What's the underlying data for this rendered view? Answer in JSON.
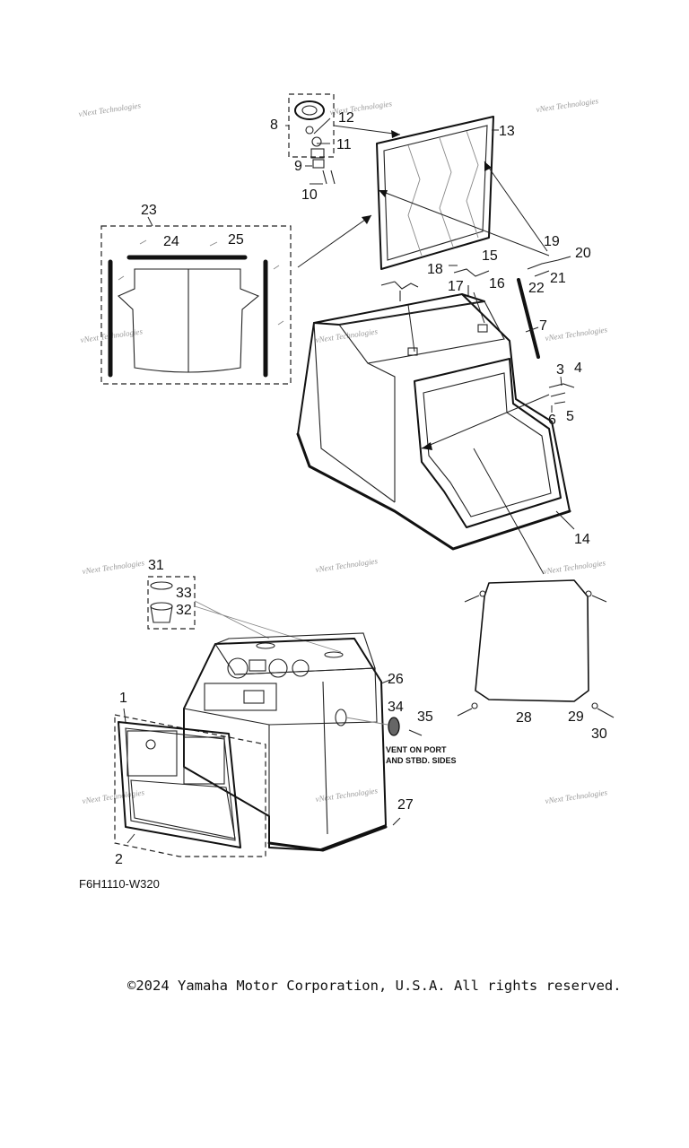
{
  "diagram": {
    "watermark_text": "vNext Technologies",
    "callouts": [
      "1",
      "2",
      "3",
      "4",
      "5",
      "6",
      "7",
      "8",
      "9",
      "10",
      "11",
      "12",
      "13",
      "14",
      "15",
      "16",
      "17",
      "18",
      "19",
      "20",
      "21",
      "22",
      "23",
      "24",
      "25",
      "26",
      "27",
      "28",
      "29",
      "30",
      "31",
      "32",
      "33",
      "34",
      "35"
    ],
    "vent_note_line1": "VENT ON PORT",
    "vent_note_line2": "AND STBD. SIDES",
    "drawing_code": "F6H1110-W320"
  },
  "footer": {
    "copyright": "©2024 Yamaha Motor Corporation, U.S.A. All rights reserved."
  }
}
